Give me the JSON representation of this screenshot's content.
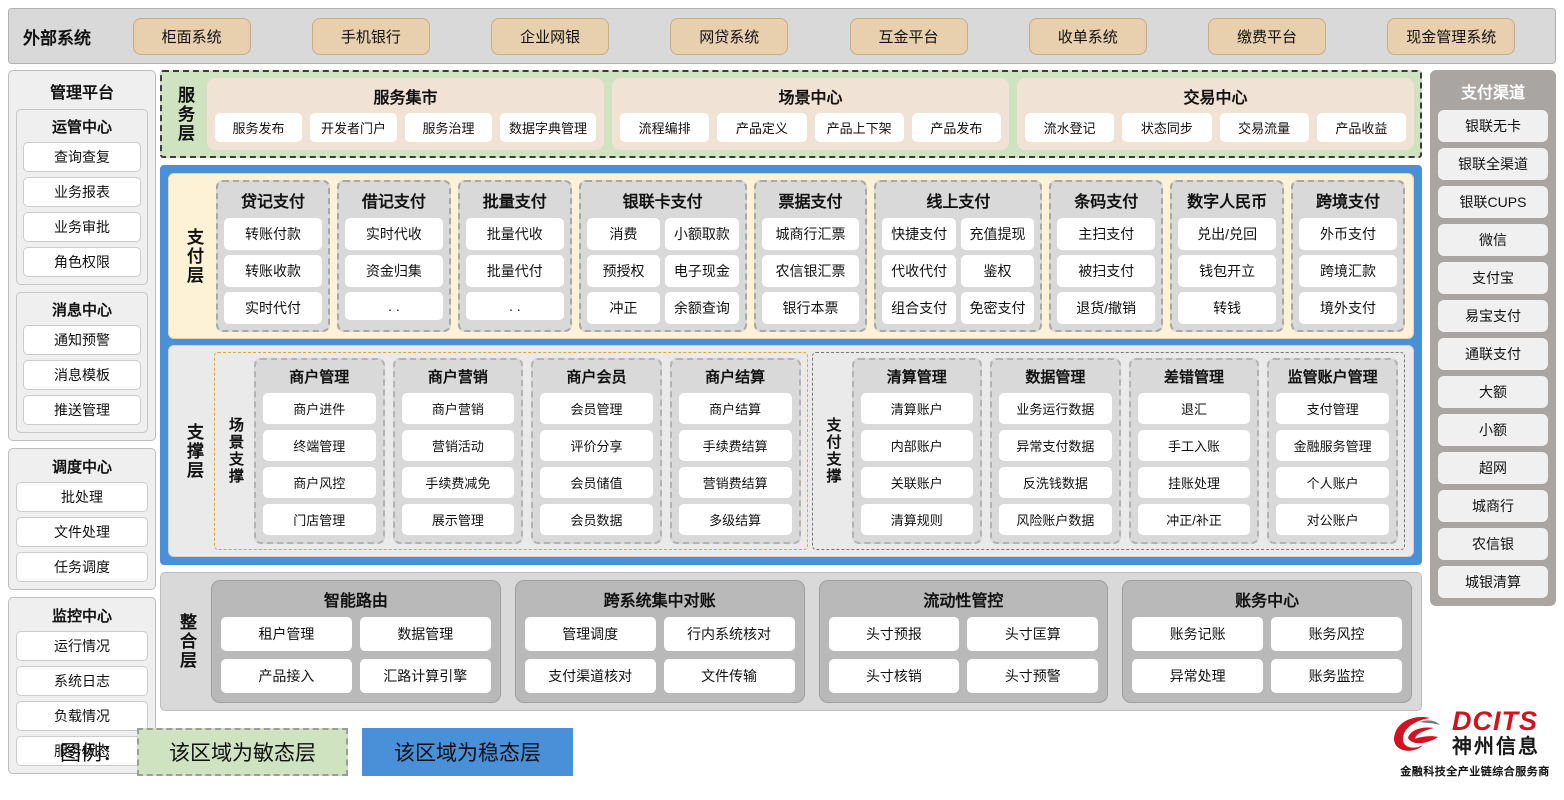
{
  "external": {
    "title": "外部系统",
    "items": [
      "柜面系统",
      "手机银行",
      "企业网银",
      "网贷系统",
      "互金平台",
      "收单系统",
      "缴费平台",
      "现金管理系统"
    ]
  },
  "management": {
    "title": "管理平台",
    "groups": [
      {
        "title": "运管中心",
        "items": [
          "查询查复",
          "业务报表",
          "业务审批",
          "角色权限"
        ]
      },
      {
        "title": "消息中心",
        "items": [
          "通知预警",
          "消息模板",
          "推送管理"
        ]
      }
    ],
    "standalone": [
      {
        "title": "调度中心",
        "items": [
          "批处理",
          "文件处理",
          "任务调度"
        ]
      },
      {
        "title": "监控中心",
        "items": [
          "运行情况",
          "系统日志",
          "负载情况",
          "服务状态"
        ]
      }
    ]
  },
  "service_layer": {
    "label": "服务层",
    "groups": [
      {
        "title": "服务集市",
        "items": [
          "服务发布",
          "开发者门户",
          "服务治理",
          "数据字典管理"
        ]
      },
      {
        "title": "场景中心",
        "items": [
          "流程编排",
          "产品定义",
          "产品上下架",
          "产品发布"
        ]
      },
      {
        "title": "交易中心",
        "items": [
          "流水登记",
          "状态同步",
          "交易流量",
          "产品收益"
        ]
      }
    ]
  },
  "payment_layer": {
    "label": "支付层",
    "columns": [
      {
        "title": "贷记支付",
        "cols": 1,
        "items": [
          "转账付款",
          "转账收款",
          "实时代付"
        ]
      },
      {
        "title": "借记支付",
        "cols": 1,
        "items": [
          "实时代收",
          "资金归集",
          ". ."
        ]
      },
      {
        "title": "批量支付",
        "cols": 1,
        "items": [
          "批量代收",
          "批量代付",
          ". ."
        ]
      },
      {
        "title": "银联卡支付",
        "cols": 2,
        "items": [
          "消费",
          "小额取款",
          "预授权",
          "电子现金",
          "冲正",
          "余额查询"
        ]
      },
      {
        "title": "票据支付",
        "cols": 1,
        "items": [
          "城商行汇票",
          "农信银汇票",
          "银行本票"
        ]
      },
      {
        "title": "线上支付",
        "cols": 2,
        "items": [
          "快捷支付",
          "充值提现",
          "代收代付",
          "鉴权",
          "组合支付",
          "免密支付"
        ]
      },
      {
        "title": "条码支付",
        "cols": 1,
        "items": [
          "主扫支付",
          "被扫支付",
          "退货/撤销"
        ]
      },
      {
        "title": "数字人民币",
        "cols": 1,
        "items": [
          "兑出/兑回",
          "钱包开立",
          "转钱"
        ]
      },
      {
        "title": "跨境支付",
        "cols": 1,
        "items": [
          "外币支付",
          "跨境汇款",
          "境外支付"
        ]
      }
    ]
  },
  "support_layer": {
    "label": "支撑层",
    "scene": {
      "label": "场景支撑",
      "columns": [
        {
          "title": "商户管理",
          "items": [
            "商户进件",
            "终端管理",
            "商户风控",
            "门店管理"
          ]
        },
        {
          "title": "商户营销",
          "items": [
            "商户营销",
            "营销活动",
            "手续费减免",
            "展示管理"
          ]
        },
        {
          "title": "商户会员",
          "items": [
            "会员管理",
            "评价分享",
            "会员储值",
            "会员数据"
          ]
        },
        {
          "title": "商户结算",
          "items": [
            "商户结算",
            "手续费结算",
            "营销费结算",
            "多级结算"
          ]
        }
      ]
    },
    "paysupport": {
      "label": "支付支撑",
      "columns": [
        {
          "title": "清算管理",
          "items": [
            "清算账户",
            "内部账户",
            "关联账户",
            "清算规则"
          ]
        },
        {
          "title": "数据管理",
          "items": [
            "业务运行数据",
            "异常支付数据",
            "反洗钱数据",
            "风险账户数据"
          ]
        },
        {
          "title": "差错管理",
          "items": [
            "退汇",
            "手工入账",
            "挂账处理",
            "冲正/补正"
          ]
        },
        {
          "title": "监管账户管理",
          "items": [
            "支付管理",
            "金融服务管理",
            "个人账户",
            "对公账户"
          ]
        }
      ]
    }
  },
  "integration_layer": {
    "label": "整合层",
    "columns": [
      {
        "title": "智能路由",
        "items": [
          "租户管理",
          "数据管理",
          "产品接入",
          "汇路计算引擎"
        ]
      },
      {
        "title": "跨系统集中对账",
        "items": [
          "管理调度",
          "行内系统核对",
          "支付渠道核对",
          "文件传输"
        ]
      },
      {
        "title": "流动性管控",
        "items": [
          "头寸预报",
          "头寸匡算",
          "头寸核销",
          "头寸预警"
        ]
      },
      {
        "title": "账务中心",
        "items": [
          "账务记账",
          "账务风控",
          "异常处理",
          "账务监控"
        ]
      }
    ]
  },
  "channels": {
    "title": "支付渠道",
    "items": [
      "银联无卡",
      "银联全渠道",
      "银联CUPS",
      "微信",
      "支付宝",
      "易宝支付",
      "通联支付",
      "大额",
      "小额",
      "超网",
      "城商行",
      "农信银",
      "城银清算"
    ]
  },
  "legend": {
    "label": "图例：",
    "agile": "该区域为敏态层",
    "stable": "该区域为稳态层",
    "agile_color": "#cfe3c0",
    "stable_color": "#4a90d9"
  },
  "logo": {
    "brand": "DCITS",
    "brand_cn": "神州信息",
    "tagline": "金融科技全产业链综合服务商",
    "color": "#cf1420"
  }
}
